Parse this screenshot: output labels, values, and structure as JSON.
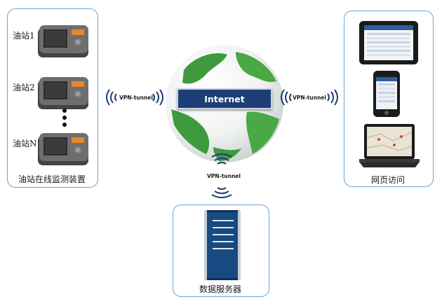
{
  "left_panel": {
    "stations": [
      {
        "label": "油站1"
      },
      {
        "label": "油站2"
      },
      {
        "label": "油站N"
      }
    ],
    "caption": "油站在线监测装置"
  },
  "right_panel": {
    "caption": "网页访问"
  },
  "bottom_panel": {
    "caption": "数据服务器"
  },
  "center": {
    "internet_label": "Internet"
  },
  "tunnels": {
    "left": "VPN-tunnel",
    "right": "VPN-tunnel",
    "bottom": "VPN-tunnel"
  },
  "colors": {
    "panel_border": "#6fa1cf",
    "banner": "#1d3e74",
    "server": "#123a66",
    "globe_land": "#3e9a3c",
    "device_orange": "#e5872b"
  }
}
